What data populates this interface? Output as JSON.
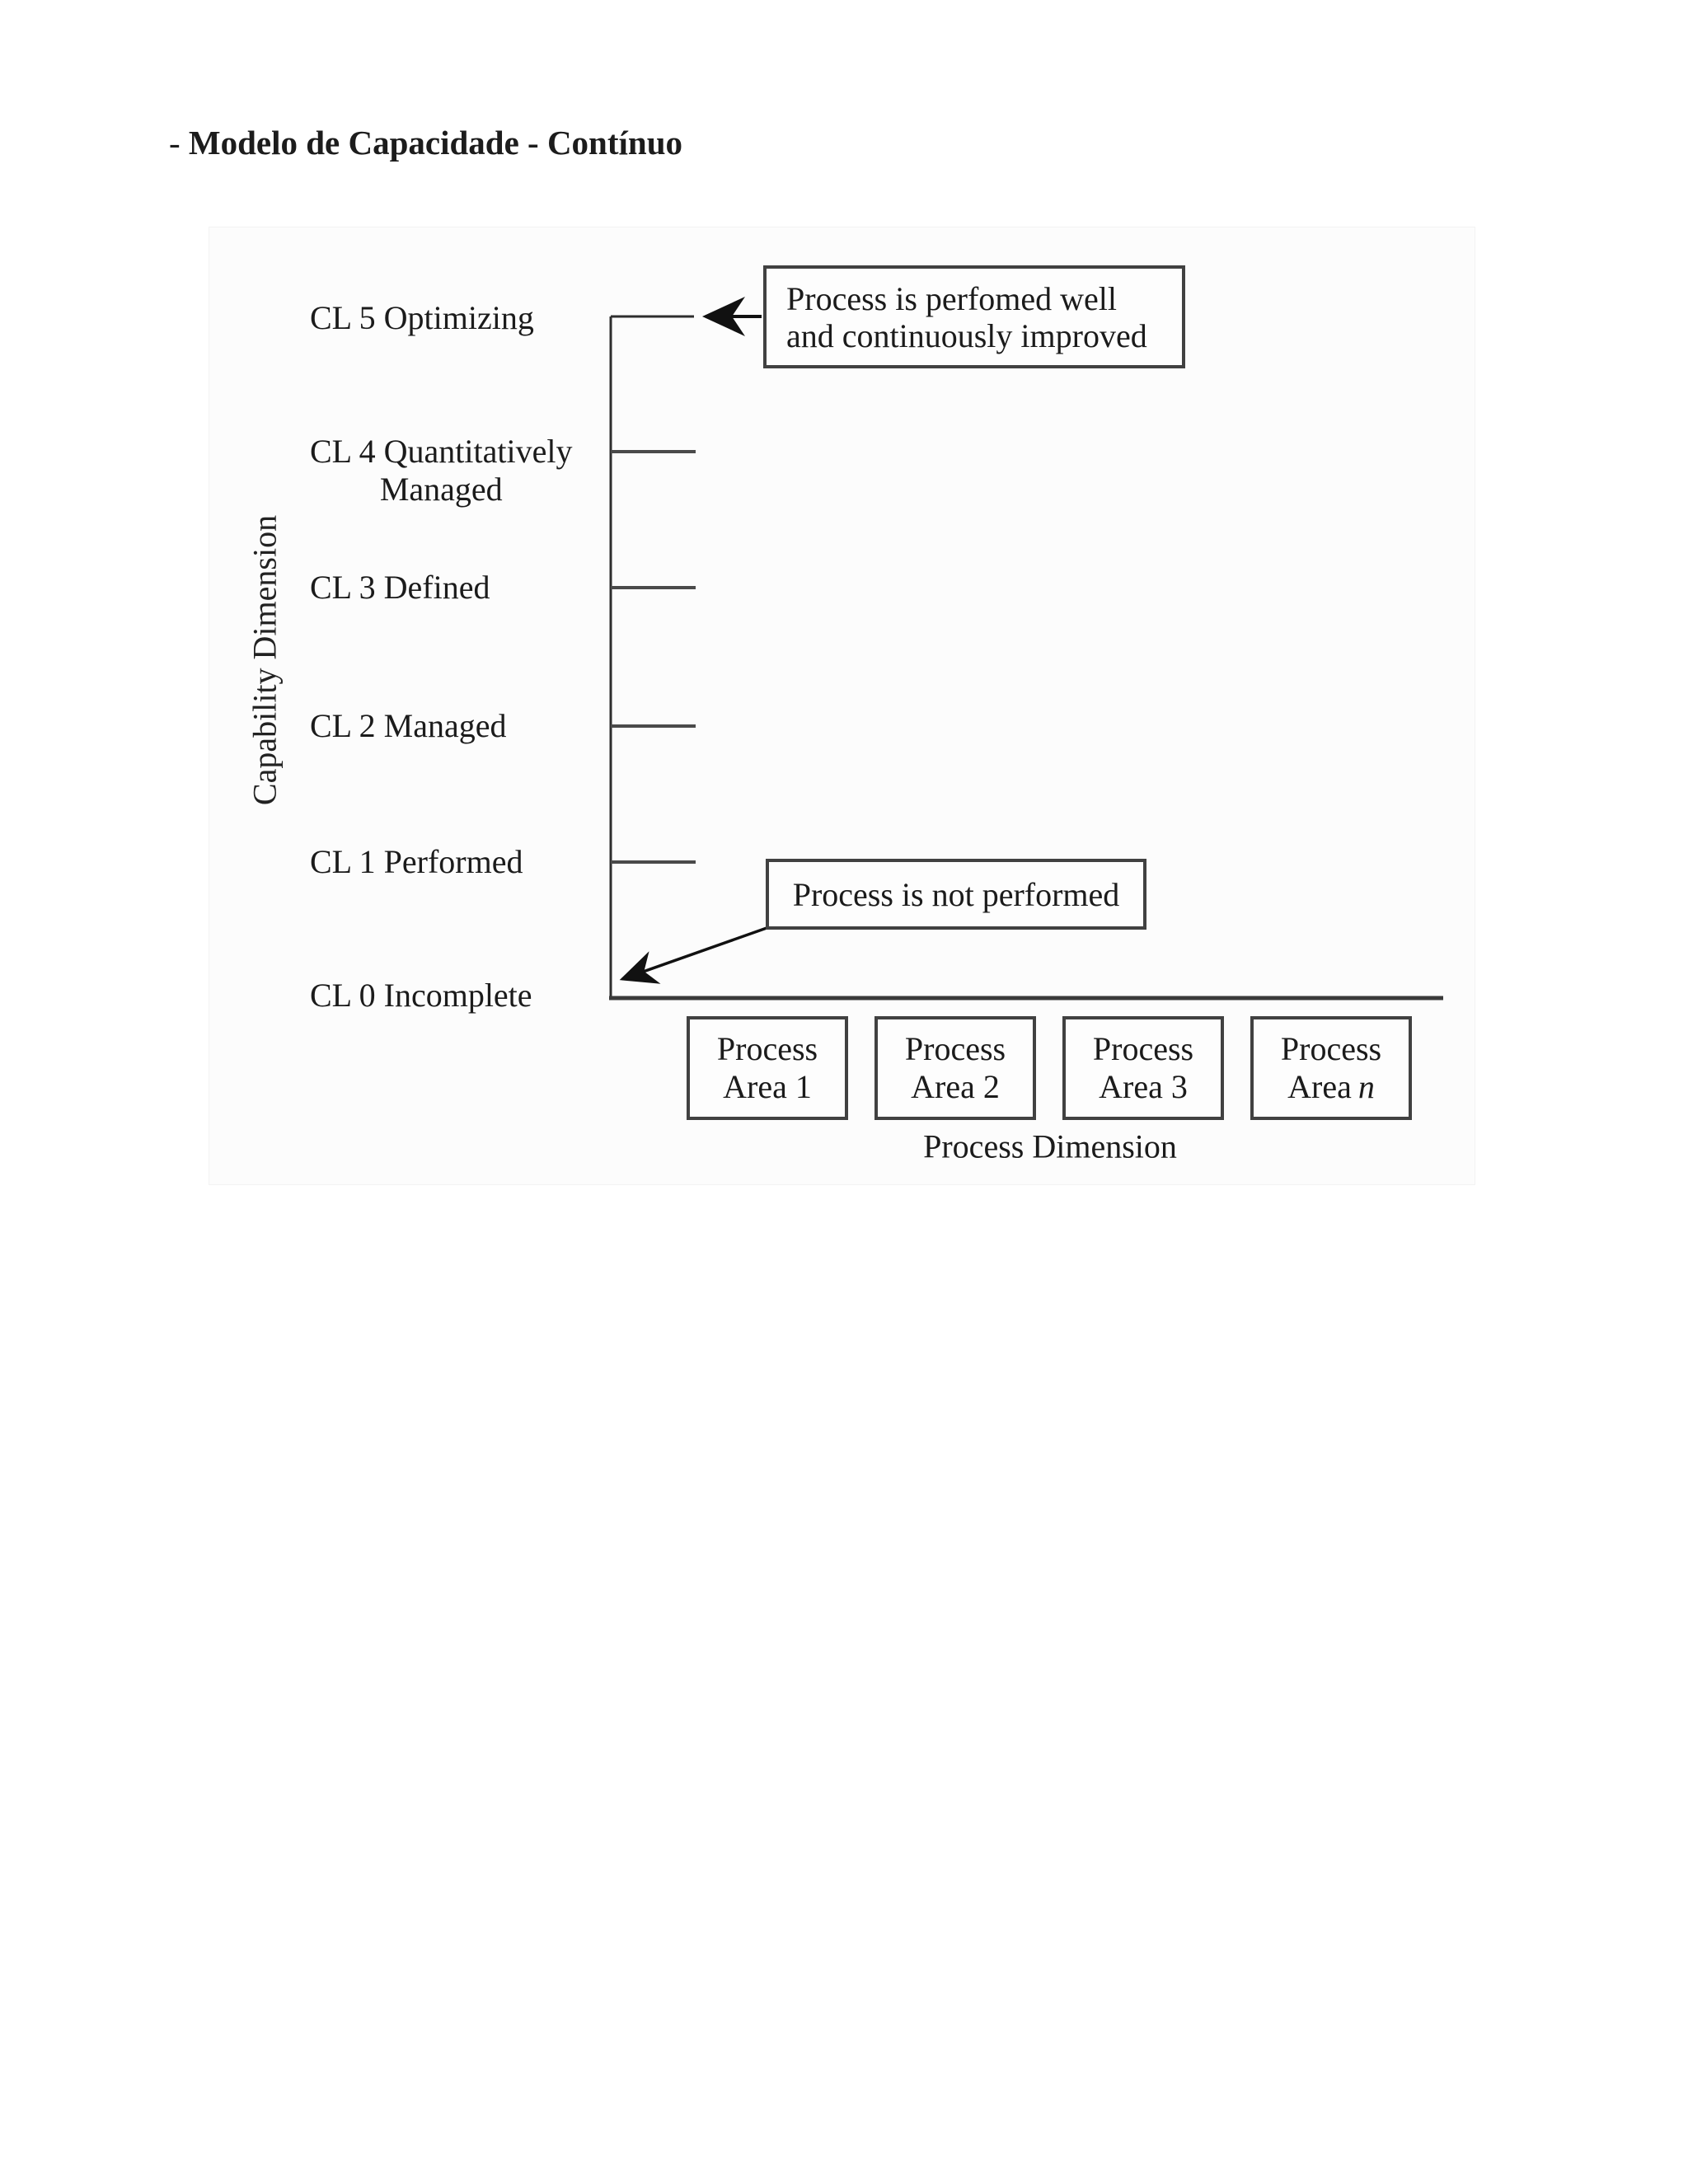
{
  "page": {
    "title_prefix": "- ",
    "title": "Modelo de Capacidade - Contínuo"
  },
  "diagram": {
    "y_axis_label": "Capability Dimension",
    "x_axis_label": "Process Dimension",
    "capability_levels": [
      {
        "label": "CL 5 Optimizing"
      },
      {
        "label": "CL 4 Quantitatively\nManaged"
      },
      {
        "label": "CL 3 Defined"
      },
      {
        "label": "CL 2 Managed"
      },
      {
        "label": "CL 1 Performed"
      },
      {
        "label": "CL 0 Incomplete"
      }
    ],
    "callouts": {
      "top": "Process is perfomed well\nand continuously improved",
      "bottom": "Process is not performed"
    },
    "process_areas": [
      {
        "line1": "Process",
        "line2": "Area 1",
        "italic": ""
      },
      {
        "line1": "Process",
        "line2": "Area 2",
        "italic": ""
      },
      {
        "line1": "Process",
        "line2": "Area 3",
        "italic": ""
      },
      {
        "line1": "Process",
        "line2": "Area",
        "italic": "n"
      }
    ]
  },
  "colors": {
    "page_background": "#ffffff",
    "figure_background": "#fcfcfc",
    "text": "#1b1b1b",
    "axis_line": "#2e2e2e",
    "tick_line": "#4a4a4a",
    "box_border": "#414141",
    "arrow": "#111111"
  }
}
